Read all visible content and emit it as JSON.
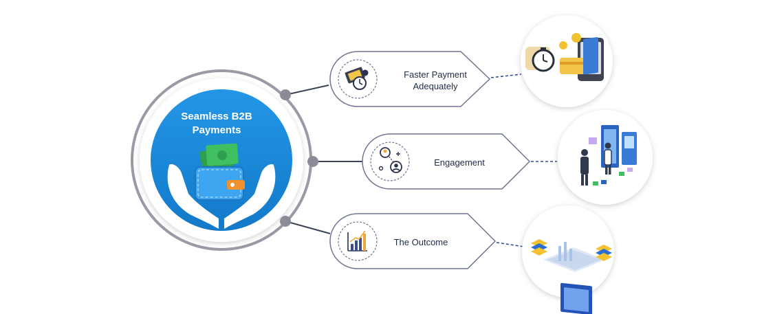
{
  "hub": {
    "title_line1": "Seamless B2B",
    "title_line2": "Payments"
  },
  "items": [
    {
      "label_line1": "Faster Payment",
      "label_line2": "Adequately",
      "icon": "money-clock-icon",
      "illustration": "payment-clock-card-phone-illustration"
    },
    {
      "label_line1": "Engagement",
      "label_line2": "",
      "icon": "users-network-icon",
      "illustration": "people-dashboard-illustration"
    },
    {
      "label_line1": "The Outcome",
      "label_line2": "",
      "icon": "rising-chart-icon",
      "illustration": "analytics-laptop-illustration"
    }
  ],
  "colors": {
    "hub_blue": "#1b86d8",
    "ring_gray": "#9a9aa6",
    "line_dark": "#3a4256",
    "pill_border": "#6e7590",
    "dash_blue": "#2f4d8f"
  }
}
